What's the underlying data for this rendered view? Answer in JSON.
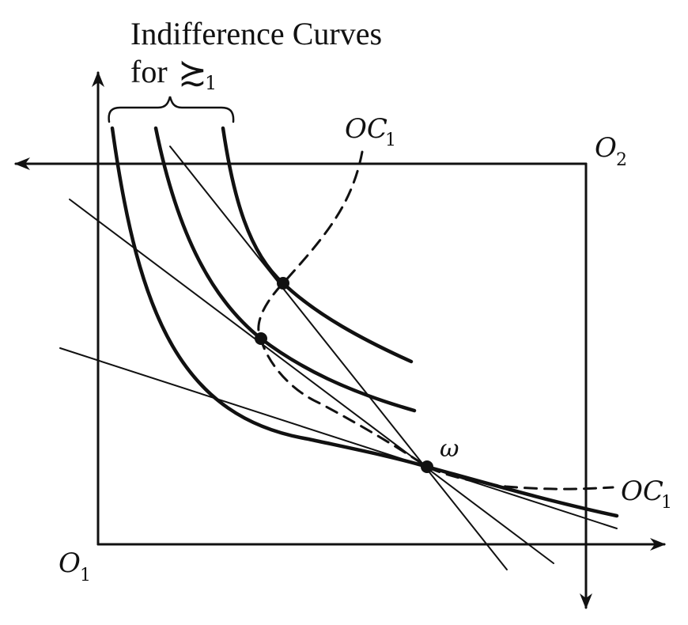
{
  "title_line1": "Indifference Curves",
  "title_line2_prefix": "for",
  "preference_symbol": "≿",
  "preference_subscript": "1",
  "origin_1": "O",
  "origin_1_sub": "1",
  "origin_2": "O",
  "origin_2_sub": "2",
  "offer_curve_label": "OC",
  "offer_curve_sub": "1",
  "endowment_label": "ω",
  "colors": {
    "ink": "#111111",
    "background": "#ffffff"
  }
}
